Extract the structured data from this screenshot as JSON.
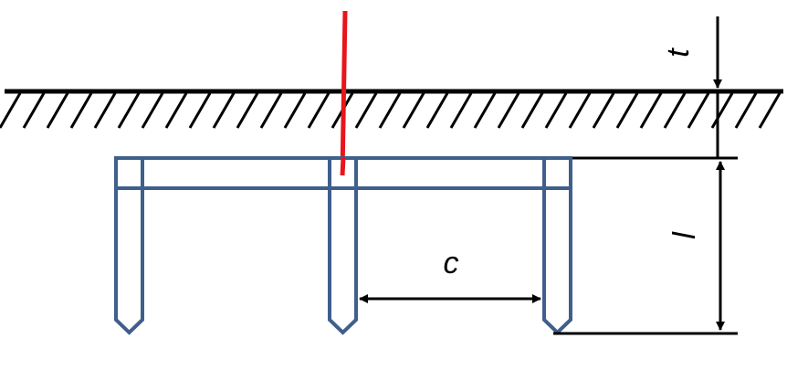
{
  "labels": {
    "depth": "t",
    "length": "l",
    "spacing": "c"
  },
  "colors": {
    "ground": "#000000",
    "electrode": "#3f5f8c",
    "conductor": "#e8151c",
    "dimension": "#000000",
    "background": "#ffffff"
  },
  "electrodes": {
    "count": 3
  }
}
